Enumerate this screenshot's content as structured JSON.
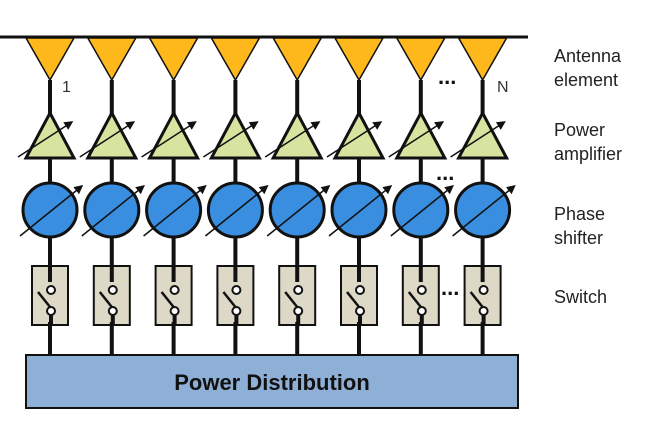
{
  "diagram": {
    "columns": 8,
    "first_label": "1",
    "last_label": "N",
    "ellipsis": "...",
    "power_distribution": "Power Distribution",
    "labels": {
      "antenna": [
        "Antenna",
        "element"
      ],
      "amplifier": [
        "Power",
        "amplifier"
      ],
      "phase": [
        "Phase",
        "shifter"
      ],
      "switch": [
        "Switch"
      ]
    },
    "colors": {
      "antenna": "#FFB81C",
      "amplifier": "#D7E4A0",
      "phase_shifter": "#3A8EE0",
      "switch": "#DDD9C6",
      "power_distribution": "#8EB0D6"
    }
  }
}
